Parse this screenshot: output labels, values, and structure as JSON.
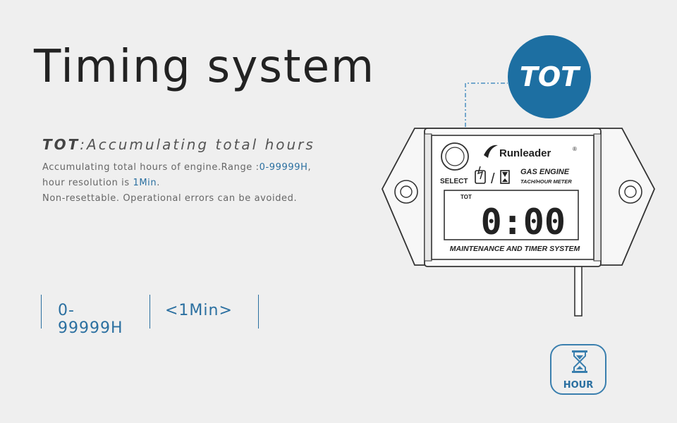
{
  "title": "Timing system",
  "mode": {
    "abbrev": "TOT",
    "description": ":Accumulating total hours"
  },
  "details": {
    "line1_prefix": "Accumulating total hours of engine.Range :",
    "line1_range": "0-99999H",
    "line1_suffix": ",",
    "line2_prefix": "hour resolution is ",
    "line2_value": "1Min",
    "line2_suffix": ".",
    "line3": "Non-resettable. Operational errors can be avoided."
  },
  "specs": {
    "range": "0-99999H",
    "resolution": "<1Min>"
  },
  "callout": {
    "label": "TOT"
  },
  "device": {
    "brand": "Runleader",
    "trademark": "®",
    "select_label": "SELECT",
    "slash": "/",
    "engine_label": "GAS ENGINE",
    "meter_label": "TACH/HOUR METER",
    "mode_indicator": "TOT",
    "display_value": "0:00",
    "footer": "MAINTENANCE AND TIMER SYSTEM"
  },
  "hour_badge": {
    "label": "HOUR",
    "icon": "hourglass-icon"
  },
  "colors": {
    "background": "#efefef",
    "accent": "#1d6fa2",
    "text_blue": "#2a6fa0",
    "dashed_line": "#4a8fc0"
  }
}
